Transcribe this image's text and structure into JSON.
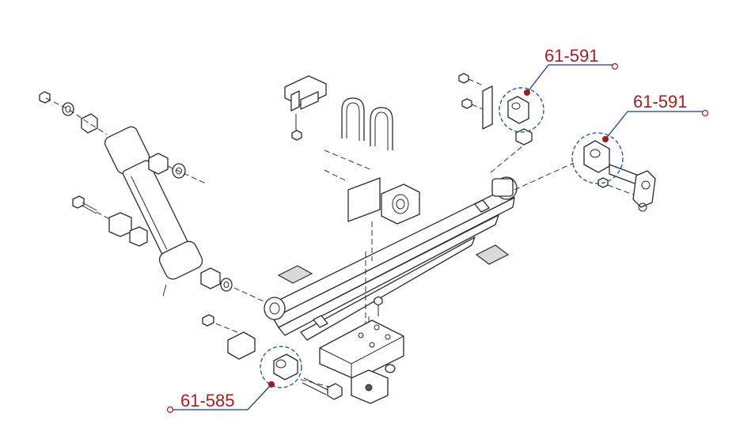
{
  "callouts": [
    {
      "label": "61-591"
    },
    {
      "label": "61-591"
    },
    {
      "label": "61-585"
    }
  ],
  "colors": {
    "callout_text": "#a31f1f",
    "leader_line": "#1c3f78",
    "callout_circle": "#1f5fa8",
    "line_art": "#2b2b2b"
  }
}
